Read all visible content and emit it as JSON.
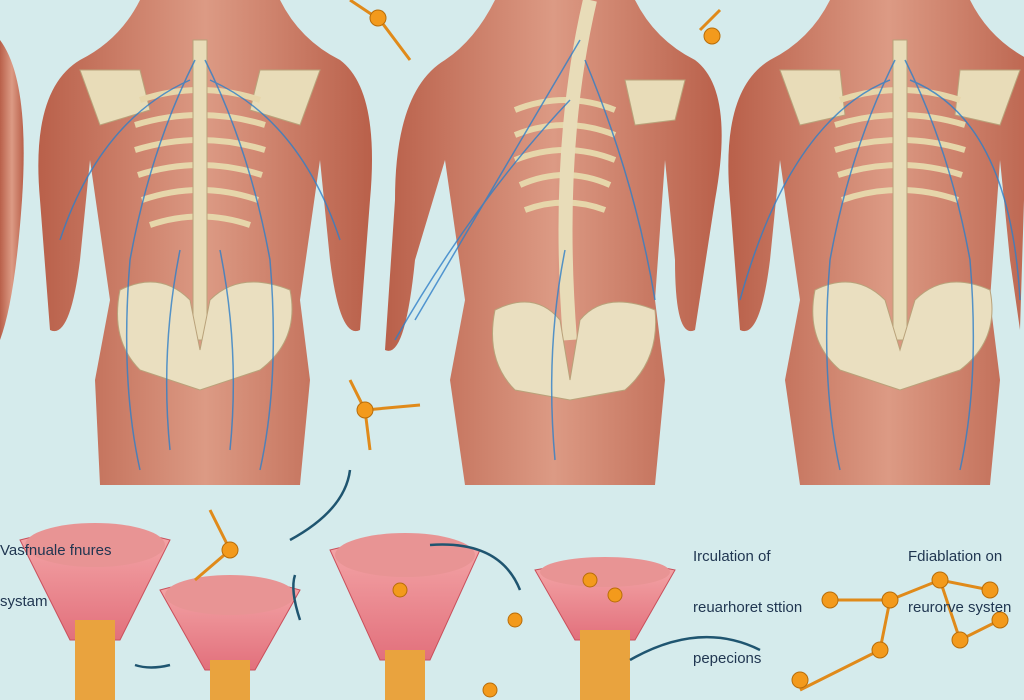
{
  "illustration": {
    "labels": [
      {
        "line1": "Vasfnuale fnures",
        "line2": "systam"
      },
      {
        "line1": "Irculation of",
        "line2": "reuarhoret sttion",
        "line3": "pepecions"
      },
      {
        "line1": "Fdiablation on",
        "line2": "reurorve systen"
      }
    ],
    "colors": {
      "background": "#d5ebec",
      "muscle": "#c9745c",
      "bone": "#e8dcb8",
      "nerve": "#2f7fc8",
      "neuron": "#f0961e"
    }
  }
}
